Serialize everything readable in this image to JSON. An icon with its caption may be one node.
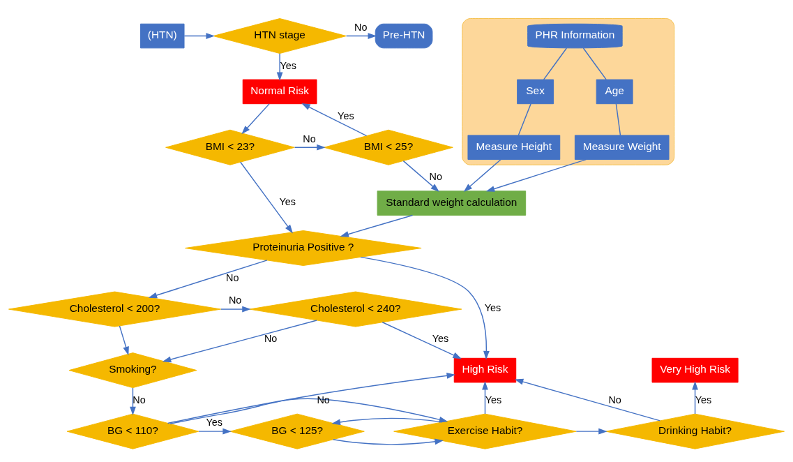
{
  "diagram": {
    "nodes": [
      {
        "text": [
          "(HTN)"
        ]
      },
      {
        "text": [
          "HTN stage"
        ]
      },
      {
        "text": [
          "Pre-HTN"
        ]
      },
      {
        "text": [
          "Normal Risk"
        ]
      },
      {
        "text": [
          "BMI < 23?"
        ]
      },
      {
        "text": [
          "BMI < 25?"
        ]
      },
      {
        "text": [
          "Standard weight calculation"
        ]
      },
      {
        "text": [
          "Proteinuria Positive ?"
        ]
      },
      {
        "text": [
          "Cholesterol < 200?"
        ]
      },
      {
        "text": [
          "Cholesterol < 240?"
        ]
      },
      {
        "text": [
          "High Risk"
        ]
      },
      {
        "text": [
          "Smoking?"
        ]
      },
      {
        "text": [
          "Very High Risk"
        ]
      },
      {
        "text": [
          "BG < 110?"
        ]
      },
      {
        "text": [
          "BG < 125?"
        ]
      },
      {
        "text": [
          "Exercise Habit?"
        ]
      },
      {
        "text": [
          "Drinking Habit?"
        ]
      },
      {
        "text": [],
        "shape": "box"
      },
      {
        "text": [
          "PHR Information"
        ],
        "in": 17
      },
      {
        "text": [
          "Sex"
        ],
        "in": 17
      },
      {
        "text": [
          "Age"
        ],
        "in": 17
      },
      {
        "text": [
          "Measure Height"
        ],
        "in": 17
      },
      {
        "text": [
          "Measure Weight"
        ],
        "in": 17
      }
    ],
    "edges": [
      {
        "from": 0,
        "to": 1,
        "arrow": "to"
      },
      {
        "from": 1,
        "to": 2,
        "arrow": "to",
        "label": "No"
      },
      {
        "from": 1,
        "to": 3,
        "arrow": "to",
        "label": "Yes"
      },
      {
        "from": 3,
        "to": 4,
        "arrow": "to"
      },
      {
        "from": 4,
        "to": 5,
        "arrow": "to",
        "label": "No"
      },
      {
        "from": 5,
        "to": 3,
        "arrow": "to",
        "label": "Yes"
      },
      {
        "from": 5,
        "to": 6,
        "arrow": "to",
        "label": "No"
      },
      {
        "from": 4,
        "to": 7,
        "arrow": "to",
        "label": "Yes"
      },
      {
        "from": 6,
        "to": 7,
        "arrow": "to"
      },
      {
        "from": 18,
        "to": 19,
        "arrow": "none"
      },
      {
        "from": 18,
        "to": 20,
        "arrow": "none"
      },
      {
        "from": 19,
        "to": 21,
        "arrow": "none"
      },
      {
        "from": 20,
        "to": 22,
        "arrow": "none"
      },
      {
        "from": 21,
        "to": 6,
        "arrow": "to"
      },
      {
        "from": 22,
        "to": 6,
        "arrow": "to"
      },
      {
        "from": 7,
        "to": 10,
        "arrow": "to",
        "label": "Yes"
      },
      {
        "from": 7,
        "to": 8,
        "arrow": "to",
        "label": "No"
      },
      {
        "from": 8,
        "to": 9,
        "arrow": "to",
        "label": "No"
      },
      {
        "from": 8,
        "to": 11,
        "arrow": "to"
      },
      {
        "from": 9,
        "to": 10,
        "arrow": "to",
        "label": "Yes"
      },
      {
        "from": 9,
        "to": 11,
        "arrow": "to",
        "label": "No"
      },
      {
        "from": 11,
        "to": 13,
        "arrow": "to",
        "label": "No"
      },
      {
        "from": 13,
        "to": 15,
        "arrow": "to",
        "label": "No"
      },
      {
        "from": 13,
        "to": 14,
        "arrow": "to",
        "label": "Yes"
      },
      {
        "from": 13,
        "to": 10,
        "arrow": "to"
      },
      {
        "from": 14,
        "to": 15,
        "arrow": "to"
      },
      {
        "from": 15,
        "to": 14,
        "arrow": "to"
      },
      {
        "from": 15,
        "to": 10,
        "arrow": "to",
        "label": "Yes"
      },
      {
        "from": 15,
        "to": 16,
        "arrow": "to"
      },
      {
        "from": 16,
        "to": 12,
        "arrow": "to",
        "label": "Yes"
      },
      {
        "from": 16,
        "to": 10,
        "arrow": "to",
        "label": "No"
      }
    ]
  }
}
